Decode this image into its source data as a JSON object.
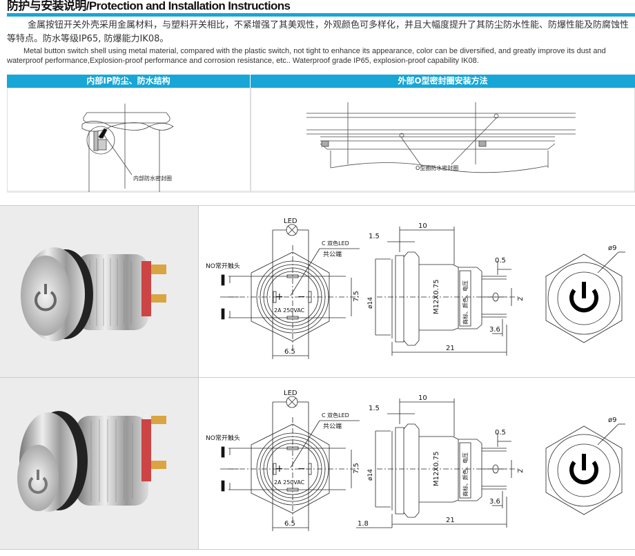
{
  "header": {
    "title": "防护与安装说明/Protection and Installation Instructions"
  },
  "intro": {
    "cn": "金属按钮开关外壳采用金属材料，与塑料开关相比，不紧增强了其美观性，外观颜色可多样化，并且大幅度提升了其防尘防水性能、防爆性能及防腐蚀性等特点。防水等级IP65, 防爆能力IK08。",
    "en": "Metal button switch shell using metal material, compared with the plastic switch, not tight to enhance its appearance, color can be diversified, and greatly improve its dust and waterproof performance,Explosion-proof performance and corrosion resistance, etc.. Waterproof grade IP65, explosion-proof capability IK08."
  },
  "table": {
    "col1_header": "内部IP防尘、防水结构",
    "col2_header": "外部O型密封圈安装方法",
    "col1_callout": "内部防水密封圈",
    "col2_callout": "O型圈防水密封圈"
  },
  "drawing": {
    "led": "LED",
    "common_1": "C 双色LED",
    "common_2": "共公端",
    "no_contact": "NO常开触头",
    "rating": "2A 250VAC",
    "plus": "+",
    "minus": "−",
    "dim_7_5": "7.5",
    "dim_6_5": "6.5",
    "dim_10": "10",
    "dim_1_5": "1.5",
    "dim_d14": "ø14",
    "thread": "M12X0.75",
    "marking": "商标、颜色、电压",
    "dim_0_5": "0.5",
    "dim_2": "2",
    "dim_3_6": "3.6",
    "dim_21": "21",
    "dim_d9": "ø9",
    "dim_1_8": "1.8"
  },
  "colors": {
    "accent": "#17a6d6"
  }
}
